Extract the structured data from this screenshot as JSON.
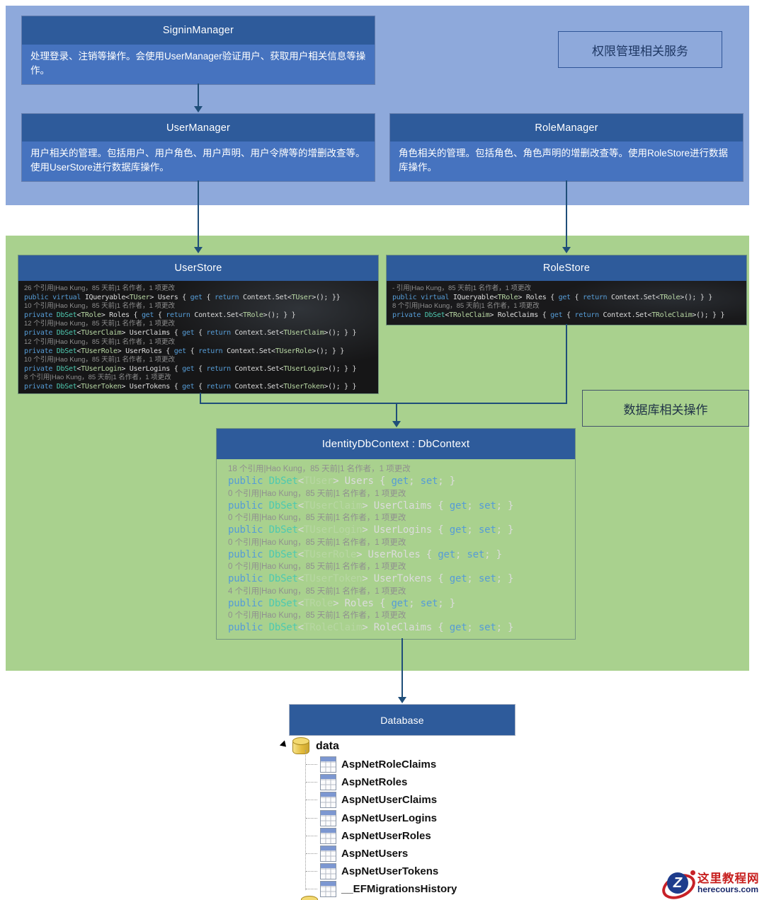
{
  "regions": {
    "auth_label": "权限管理相关服务",
    "db_label": "数据库相关操作"
  },
  "boxes": {
    "signin_manager": {
      "title": "SigninManager",
      "desc": "处理登录、注销等操作。会使用UserManager验证用户、获取用户相关信息等操作。"
    },
    "user_manager": {
      "title": "UserManager",
      "desc": "用户相关的管理。包括用户、用户角色、用户声明、用户令牌等的增删改查等。使用UserStore进行数据库操作。"
    },
    "role_manager": {
      "title": "RoleManager",
      "desc": "角色相关的管理。包括角色、角色声明的增删改查等。使用RoleStore进行数据库操作。"
    },
    "user_store": {
      "title": "UserStore",
      "lines": [
        {
          "meta": "26 个引用|Hao Kung，85 天前|1 名作者，1 项更改"
        },
        {
          "code": [
            [
              "k",
              "public"
            ],
            [
              "n",
              " "
            ],
            [
              "k",
              "virtual"
            ],
            [
              "n",
              " IQueryable<"
            ],
            [
              "g",
              "TUser"
            ],
            [
              "n",
              "> Users { "
            ],
            [
              "k",
              "get"
            ],
            [
              "n",
              " { "
            ],
            [
              "k",
              "return"
            ],
            [
              "n",
              " Context.Set<"
            ],
            [
              "g",
              "TUser"
            ],
            [
              "n",
              ">(); }}"
            ]
          ]
        },
        {
          "meta": "10 个引用|Hao Kung，85 天前|1 名作者，1 项更改"
        },
        {
          "code": [
            [
              "k",
              "private"
            ],
            [
              "n",
              " "
            ],
            [
              "t",
              "DbSet"
            ],
            [
              "n",
              "<"
            ],
            [
              "g",
              "TRole"
            ],
            [
              "n",
              "> Roles { "
            ],
            [
              "k",
              "get"
            ],
            [
              "n",
              " { "
            ],
            [
              "k",
              "return"
            ],
            [
              "n",
              " Context.Set<"
            ],
            [
              "g",
              "TRole"
            ],
            [
              "n",
              ">(); } }"
            ]
          ]
        },
        {
          "meta": "12 个引用|Hao Kung，85 天前|1 名作者，1 项更改"
        },
        {
          "code": [
            [
              "k",
              "private"
            ],
            [
              "n",
              " "
            ],
            [
              "t",
              "DbSet"
            ],
            [
              "n",
              "<"
            ],
            [
              "g",
              "TUserClaim"
            ],
            [
              "n",
              "> UserClaims { "
            ],
            [
              "k",
              "get"
            ],
            [
              "n",
              " { "
            ],
            [
              "k",
              "return"
            ],
            [
              "n",
              " Context.Set<"
            ],
            [
              "g",
              "TUserClaim"
            ],
            [
              "n",
              ">(); } }"
            ]
          ]
        },
        {
          "meta": "12 个引用|Hao Kung，85 天前|1 名作者，1 项更改"
        },
        {
          "code": [
            [
              "k",
              "private"
            ],
            [
              "n",
              " "
            ],
            [
              "t",
              "DbSet"
            ],
            [
              "n",
              "<"
            ],
            [
              "g",
              "TUserRole"
            ],
            [
              "n",
              "> UserRoles { "
            ],
            [
              "k",
              "get"
            ],
            [
              "n",
              " { "
            ],
            [
              "k",
              "return"
            ],
            [
              "n",
              " Context.Set<"
            ],
            [
              "g",
              "TUserRole"
            ],
            [
              "n",
              ">(); } }"
            ]
          ]
        },
        {
          "meta": "10 个引用|Hao Kung，85 天前|1 名作者，1 项更改"
        },
        {
          "code": [
            [
              "k",
              "private"
            ],
            [
              "n",
              " "
            ],
            [
              "t",
              "DbSet"
            ],
            [
              "n",
              "<"
            ],
            [
              "g",
              "TUserLogin"
            ],
            [
              "n",
              "> UserLogins { "
            ],
            [
              "k",
              "get"
            ],
            [
              "n",
              " { "
            ],
            [
              "k",
              "return"
            ],
            [
              "n",
              " Context.Set<"
            ],
            [
              "g",
              "TUserLogin"
            ],
            [
              "n",
              ">(); } }"
            ]
          ]
        },
        {
          "meta": "8 个引用|Hao Kung，85 天前|1 名作者，1 项更改"
        },
        {
          "code": [
            [
              "k",
              "private"
            ],
            [
              "n",
              " "
            ],
            [
              "t",
              "DbSet"
            ],
            [
              "n",
              "<"
            ],
            [
              "g",
              "TUserToken"
            ],
            [
              "n",
              "> UserTokens { "
            ],
            [
              "k",
              "get"
            ],
            [
              "n",
              " { "
            ],
            [
              "k",
              "return"
            ],
            [
              "n",
              " Context.Set<"
            ],
            [
              "g",
              "TUserToken"
            ],
            [
              "n",
              ">(); } }"
            ]
          ]
        }
      ]
    },
    "role_store": {
      "title": "RoleStore",
      "lines": [
        {
          "meta": "- 引用|Hao Kung，85 天前|1 名作者，1 项更改"
        },
        {
          "code": [
            [
              "k",
              "public"
            ],
            [
              "n",
              " "
            ],
            [
              "k",
              "virtual"
            ],
            [
              "n",
              " IQueryable<"
            ],
            [
              "g",
              "TRole"
            ],
            [
              "n",
              "> Roles { "
            ],
            [
              "k",
              "get"
            ],
            [
              "n",
              " { "
            ],
            [
              "k",
              "return"
            ],
            [
              "n",
              " Context.Set<"
            ],
            [
              "g",
              "TRole"
            ],
            [
              "n",
              ">(); } }"
            ]
          ]
        },
        {
          "meta": "8 个引用|Hao Kung，85 天前|1 名作者，1 项更改"
        },
        {
          "code": [
            [
              "k",
              "private"
            ],
            [
              "n",
              " "
            ],
            [
              "t",
              "DbSet"
            ],
            [
              "n",
              "<"
            ],
            [
              "g",
              "TRoleClaim"
            ],
            [
              "n",
              "> RoleClaims { "
            ],
            [
              "k",
              "get"
            ],
            [
              "n",
              " { "
            ],
            [
              "k",
              "return"
            ],
            [
              "n",
              " Context.Set<"
            ],
            [
              "g",
              "TRoleClaim"
            ],
            [
              "n",
              ">(); } }"
            ]
          ]
        }
      ]
    },
    "identity_db_context": {
      "title": "IdentityDbContext : DbContext",
      "lines": [
        {
          "meta": "18 个引用|Hao Kung，85 天前|1 名作者，1 项更改"
        },
        {
          "code": [
            [
              "k",
              "public"
            ],
            [
              "n",
              " "
            ],
            [
              "t",
              "DbSet"
            ],
            [
              "n",
              "<"
            ],
            [
              "g",
              "TUser"
            ],
            [
              "n",
              "> Users { "
            ],
            [
              "k",
              "get"
            ],
            [
              "n",
              "; "
            ],
            [
              "k",
              "set"
            ],
            [
              "n",
              "; }"
            ]
          ]
        },
        {
          "meta": "0 个引用|Hao Kung，85 天前|1 名作者，1 项更改"
        },
        {
          "code": [
            [
              "k",
              "public"
            ],
            [
              "n",
              " "
            ],
            [
              "t",
              "DbSet"
            ],
            [
              "n",
              "<"
            ],
            [
              "g",
              "TUserClaim"
            ],
            [
              "n",
              "> UserClaims { "
            ],
            [
              "k",
              "get"
            ],
            [
              "n",
              "; "
            ],
            [
              "k",
              "set"
            ],
            [
              "n",
              "; }"
            ]
          ]
        },
        {
          "meta": "0 个引用|Hao Kung，85 天前|1 名作者，1 项更改"
        },
        {
          "code": [
            [
              "k",
              "public"
            ],
            [
              "n",
              " "
            ],
            [
              "t",
              "DbSet"
            ],
            [
              "n",
              "<"
            ],
            [
              "g",
              "TUserLogin"
            ],
            [
              "n",
              "> UserLogins { "
            ],
            [
              "k",
              "get"
            ],
            [
              "n",
              "; "
            ],
            [
              "k",
              "set"
            ],
            [
              "n",
              "; }"
            ]
          ]
        },
        {
          "meta": "0 个引用|Hao Kung，85 天前|1 名作者，1 项更改"
        },
        {
          "code": [
            [
              "k",
              "public"
            ],
            [
              "n",
              " "
            ],
            [
              "t",
              "DbSet"
            ],
            [
              "n",
              "<"
            ],
            [
              "g",
              "TUserRole"
            ],
            [
              "n",
              "> UserRoles { "
            ],
            [
              "k",
              "get"
            ],
            [
              "n",
              "; "
            ],
            [
              "k",
              "set"
            ],
            [
              "n",
              "; }"
            ]
          ]
        },
        {
          "meta": "0 个引用|Hao Kung，85 天前|1 名作者，1 项更改"
        },
        {
          "code": [
            [
              "k",
              "public"
            ],
            [
              "n",
              " "
            ],
            [
              "t",
              "DbSet"
            ],
            [
              "n",
              "<"
            ],
            [
              "g",
              "TUserToken"
            ],
            [
              "n",
              "> UserTokens { "
            ],
            [
              "k",
              "get"
            ],
            [
              "n",
              "; "
            ],
            [
              "k",
              "set"
            ],
            [
              "n",
              "; }"
            ]
          ]
        },
        {
          "meta": "4 个引用|Hao Kung，85 天前|1 名作者，1 项更改"
        },
        {
          "code": [
            [
              "k",
              "public"
            ],
            [
              "n",
              " "
            ],
            [
              "t",
              "DbSet"
            ],
            [
              "n",
              "<"
            ],
            [
              "g",
              "TRole"
            ],
            [
              "n",
              "> Roles { "
            ],
            [
              "k",
              "get"
            ],
            [
              "n",
              "; "
            ],
            [
              "k",
              "set"
            ],
            [
              "n",
              "; }"
            ]
          ]
        },
        {
          "meta": "0 个引用|Hao Kung，85 天前|1 名作者，1 项更改"
        },
        {
          "code": [
            [
              "k",
              "public"
            ],
            [
              "n",
              " "
            ],
            [
              "t",
              "DbSet"
            ],
            [
              "n",
              "<"
            ],
            [
              "g",
              "TRoleClaim"
            ],
            [
              "n",
              "> RoleClaims { "
            ],
            [
              "k",
              "get"
            ],
            [
              "n",
              "; "
            ],
            [
              "k",
              "set"
            ],
            [
              "n",
              "; }"
            ]
          ]
        }
      ]
    },
    "database": {
      "title": "Database"
    }
  },
  "tree": {
    "root": "data",
    "tables": [
      "AspNetRoleClaims",
      "AspNetRoles",
      "AspNetUserClaims",
      "AspNetUserLogins",
      "AspNetUserRoles",
      "AspNetUsers",
      "AspNetUserTokens",
      "__EFMigrationsHistory"
    ]
  },
  "watermark": {
    "site_name": "这里教程网",
    "site_url": "herecours.com",
    "logo_letter": "Z"
  },
  "colors": {
    "region_blue": "#8ea9db",
    "region_green": "#a9d18e",
    "header_blue": "#2e5b9b",
    "body_blue": "#4673bf",
    "arrow": "#1f4e79",
    "keyword": "#569cd6",
    "type": "#4ec9b0",
    "generic": "#b8d7a3",
    "code_plain": "#dcdcdc"
  }
}
